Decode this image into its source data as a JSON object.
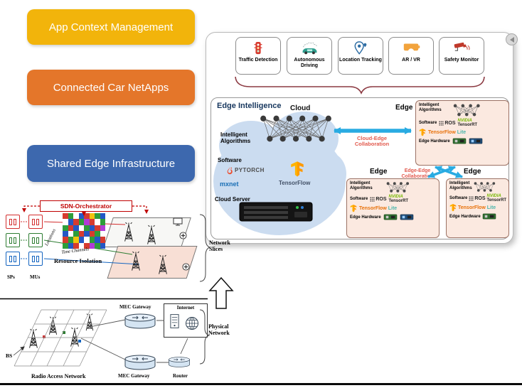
{
  "cards": [
    {
      "label": "App Context Management",
      "color": "#F2B40B"
    },
    {
      "label": "Connected Car NetApps",
      "color": "#E4762A"
    },
    {
      "label": "Shared Edge Infrastructure",
      "color": "#3D68AE"
    }
  ],
  "panel": {
    "apps": [
      {
        "label": "Traffic Detection",
        "icon": "traffic-light-icon"
      },
      {
        "label": "Autonomous Driving",
        "icon": "autonomous-car-icon"
      },
      {
        "label": "Location Tracking",
        "icon": "location-pin-icon"
      },
      {
        "label": "AR / VR",
        "icon": "vr-headset-icon"
      },
      {
        "label": "Safety Monitor",
        "icon": "cctv-camera-icon"
      }
    ],
    "edge_intelligence_title": "Edge Intelligence",
    "cloud_label": "Cloud",
    "edge_label": "Edge",
    "cloud": {
      "algorithms": "Intelligent Algorithms",
      "software": "Software",
      "pytorch": "PYTORCH",
      "mxnet": "mxnet",
      "tensorflow": "TensorFlow",
      "server": "Cloud Server"
    },
    "edge_box": {
      "algorithms": "Intelligent Algorithms",
      "software": "Software",
      "ros": "ROS",
      "nvidia": "NVIDIA",
      "tensorrt": "TensorRT",
      "tensorflow": "TensorFlow",
      "lite": "Lite",
      "hardware": "Edge Hardware"
    },
    "cloud_edge_collab": "Cloud-Edge Collaboration",
    "edge_edge_collab": "Edge-Edge Collaboration"
  },
  "slices": {
    "orchestrator": "SDN-Orchestrator",
    "sps": "SPs",
    "mus": "MUs",
    "locations": "Locations",
    "time_channels": "Time Channels",
    "resource_isolation": "Resource Isolation",
    "label": "Network Slices"
  },
  "physical": {
    "bs": "BS",
    "ran": "Radio Access Network",
    "mec_top": "MEC Gateway",
    "mec_bottom": "MEC Gateway",
    "internet": "Internet",
    "router": "Router",
    "label": "Physical Network"
  },
  "colors": {
    "collab_text": "#E25A4E",
    "arrow_blue": "#29ABE2",
    "orchestrator_red": "#C00000",
    "nvidia_green": "#76B900",
    "tensorflow_orange": "#E8710A",
    "tensorflow_lite_blue": "#4DB6AC",
    "tensorflow_dark": "#425066",
    "mxnet_blue": "#1A6FB5",
    "title_navy": "#17375E",
    "brace_maroon": "#8C3A42"
  },
  "mosaic_pattern": [
    "#d63b2f",
    "#2e9e3a",
    "#ffffff",
    "#2458c5",
    "#d63b2f",
    "#f2c40c",
    "#2e9e3a",
    "#2458c5",
    "#ffffff",
    "#2458c5",
    "#d63b2f",
    "#2e9e3a",
    "#b13bd6",
    "#d63b2f",
    "#ffffff",
    "#2e9e3a",
    "#2e9e3a",
    "#d63b2f",
    "#2458c5",
    "#ffffff",
    "#2e9e3a",
    "#2458c5",
    "#d63b2f",
    "#b13bd6",
    "#2458c5",
    "#ffffff",
    "#2e9e3a",
    "#d63b2f",
    "#2458c5",
    "#d63b2f",
    "#2e9e3a",
    "#ffffff",
    "#d63b2f",
    "#2e9e3a",
    "#f2c40c",
    "#2458c5",
    "#ffffff",
    "#2e9e3a",
    "#2458c5",
    "#d63b2f",
    "#2e9e3a",
    "#2458c5",
    "#d63b2f",
    "#ffffff",
    "#d63b2f",
    "#b13bd6",
    "#2e9e3a",
    "#2458c5"
  ]
}
